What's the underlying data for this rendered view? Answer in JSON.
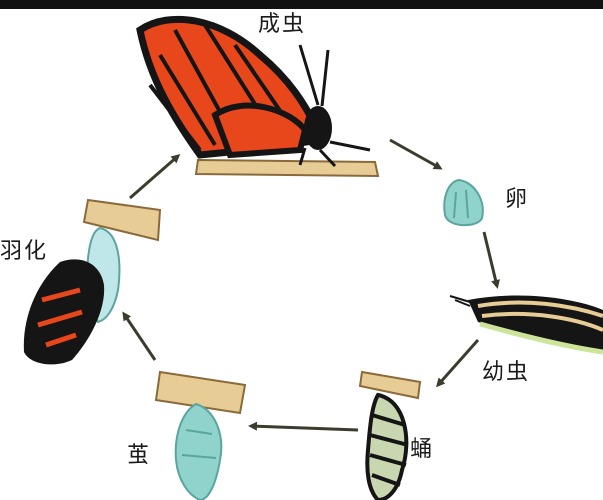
{
  "diagram": {
    "stages": {
      "adult": "成虫",
      "egg": "卵",
      "larva": "幼虫",
      "pupa": "蛹",
      "cocoon": "茧",
      "eclosion": "羽化"
    },
    "colors": {
      "wing_orange": "#e8471c",
      "wing_black": "#151515",
      "branch": "#e7cc96",
      "chrysalis": "#8fd3cc",
      "arrow": "#3b3b2e"
    }
  }
}
